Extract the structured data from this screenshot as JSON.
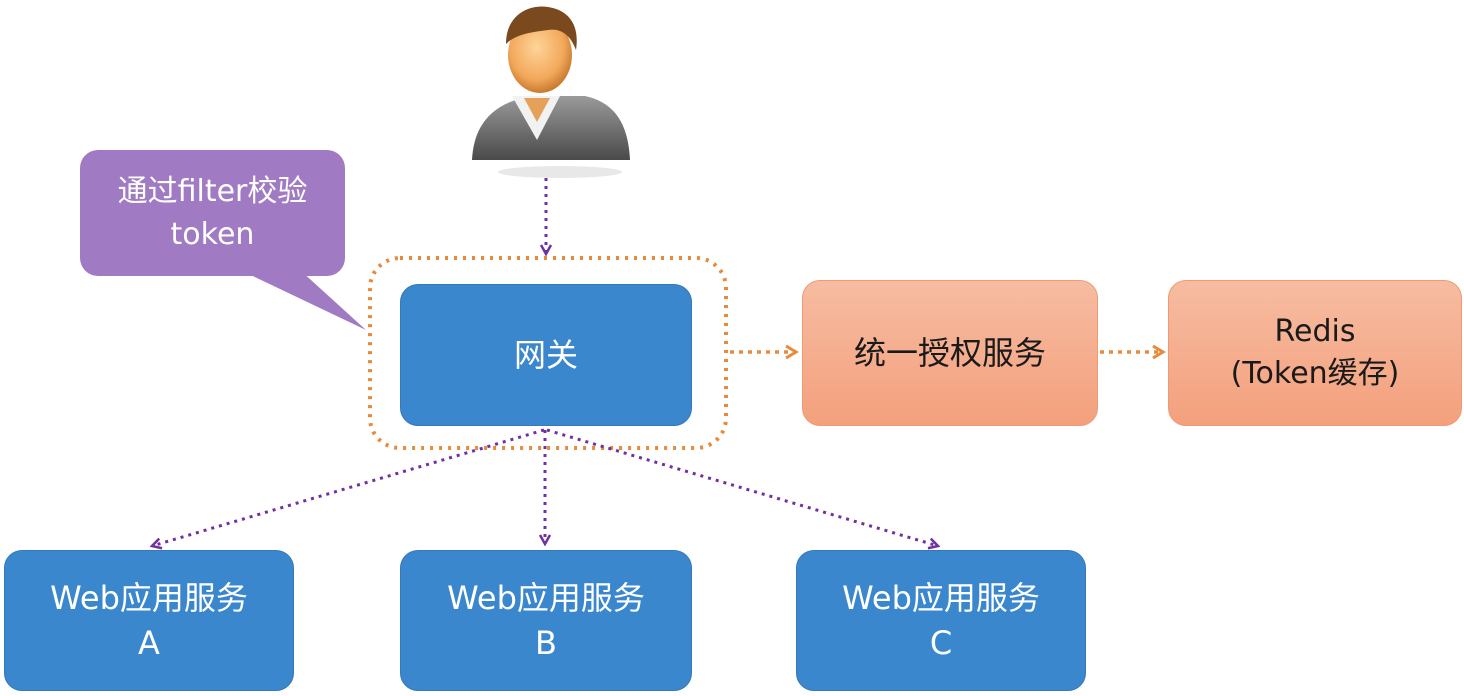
{
  "callout": {
    "line1": "通过filter校验",
    "line2": "token"
  },
  "gateway": {
    "label": "网关"
  },
  "auth_service": {
    "label": "统一授权服务"
  },
  "redis": {
    "line1": "Redis",
    "line2": "(Token缓存)"
  },
  "services": [
    {
      "line1": "Web应用服务",
      "line2": "A"
    },
    {
      "line1": "Web应用服务",
      "line2": "B"
    },
    {
      "line1": "Web应用服务",
      "line2": "C"
    }
  ],
  "colors": {
    "service_blue": "#3a87cd",
    "callout_purple": "#a07bc4",
    "auth_salmon": "#f5a988",
    "flow_arrow_purple": "#7030a0",
    "auth_arrow_orange": "#e88a3c"
  },
  "icons": {
    "user": "user-icon"
  }
}
